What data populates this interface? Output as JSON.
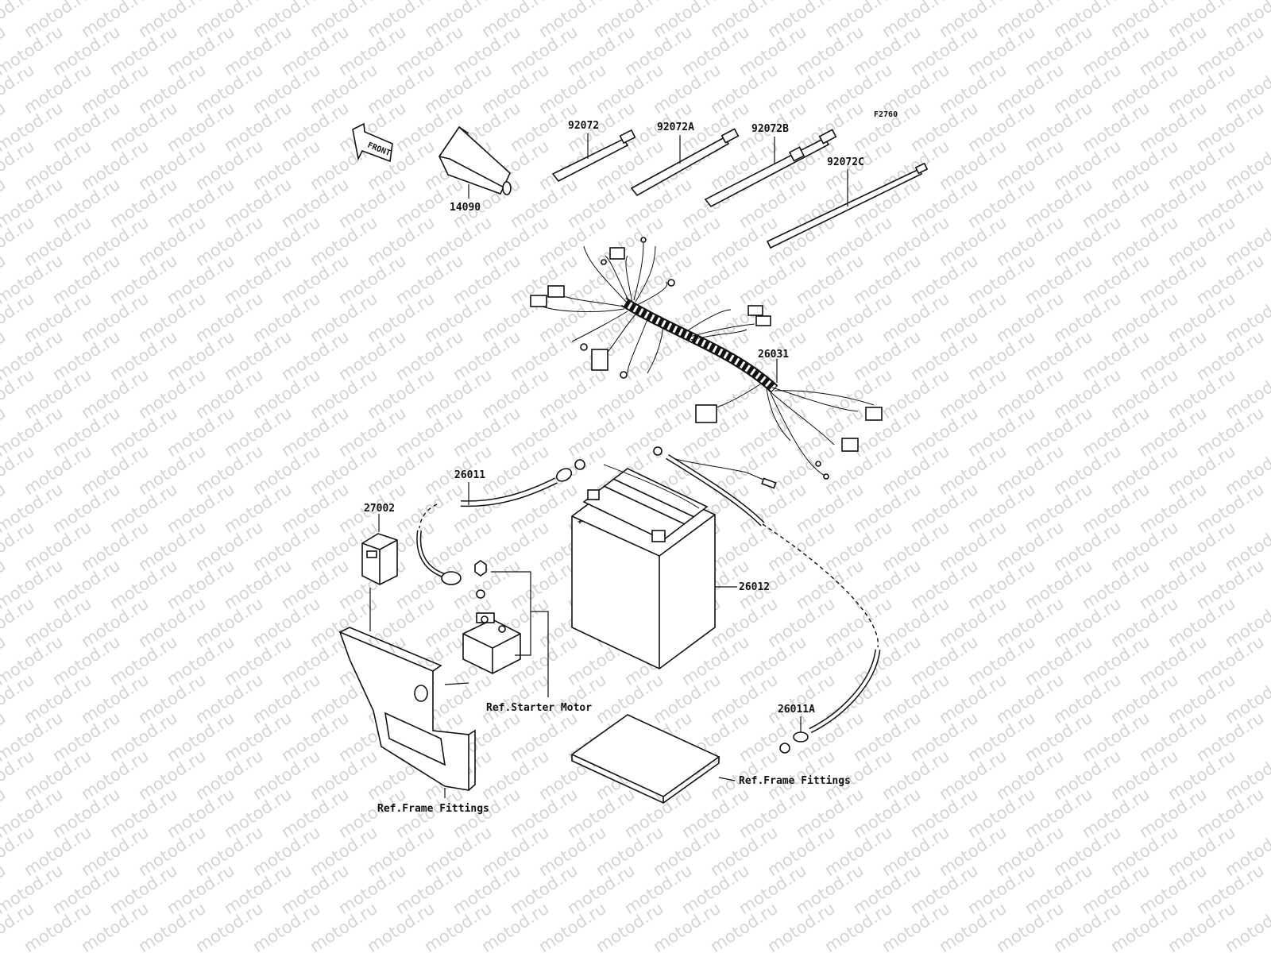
{
  "watermark": {
    "text": "motod.ru"
  },
  "figure_code": "F2760",
  "front_arrow": {
    "text": "FRONT"
  },
  "labels": {
    "p14090": "14090",
    "p92072": "92072",
    "p92072A": "92072A",
    "p92072B": "92072B",
    "p92072C": "92072C",
    "p26031": "26031",
    "p26011": "26011",
    "p27002": "27002",
    "p26012": "26012",
    "p26011A": "26011A",
    "ref_starter": "Ref.Starter Motor",
    "ref_frame_1": "Ref.Frame Fittings",
    "ref_frame_2": "Ref.Frame Fittings"
  },
  "battery": {
    "minus_sign": "-",
    "plus_sign": "+"
  }
}
